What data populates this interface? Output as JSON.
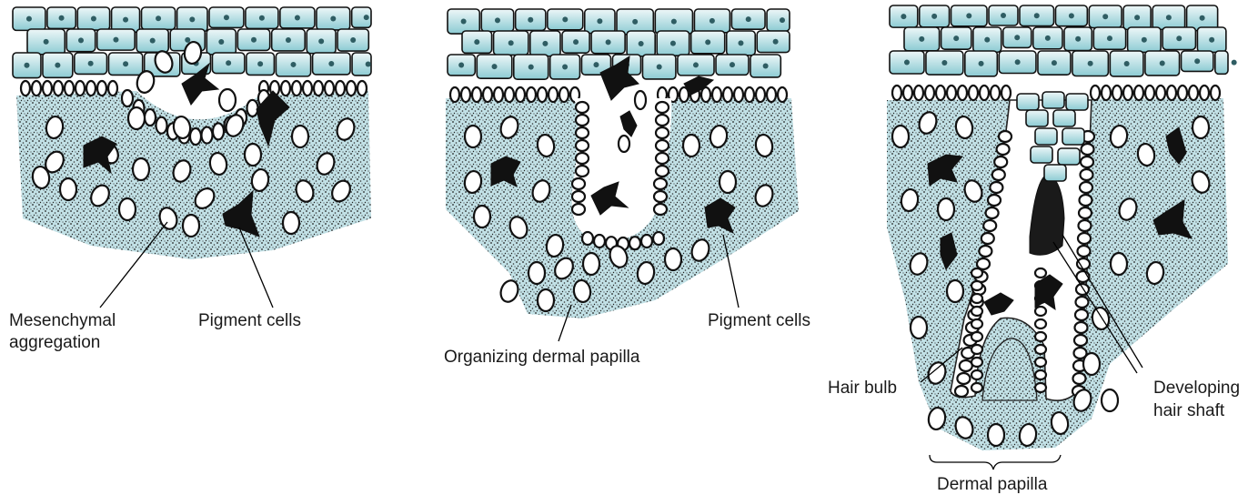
{
  "labels": {
    "panel1": {
      "mesenchymal_line1": "Mesenchymal",
      "mesenchymal_line2": "aggregation",
      "pigment": "Pigment cells"
    },
    "panel2": {
      "organizing": "Organizing dermal papilla",
      "pigment": "Pigment cells"
    },
    "panel3": {
      "hair_bulb": "Hair bulb",
      "developing_line1": "Developing",
      "developing_line2": "hair shaft",
      "dermal_papilla": "Dermal papilla"
    }
  },
  "colors": {
    "epidermis_light": "#e6f3f5",
    "epidermis_dark": "#7cbfc8",
    "dermis_tint": "#b9dde3",
    "stipple": "#2a2a2a",
    "pigment": "#111111"
  }
}
